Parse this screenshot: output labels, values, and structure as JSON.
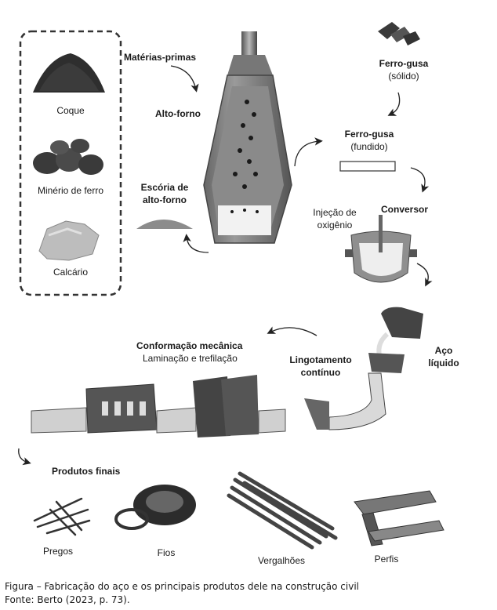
{
  "raw_materials": {
    "coke": "Coque",
    "iron_ore": "Minério de ferro",
    "limestone": "Calcário"
  },
  "labels": {
    "raw_materials_title": "Matérias-primas",
    "blast_furnace": "Alto-forno",
    "slag_line1": "Escória de",
    "slag_line2": "alto-forno",
    "pig_iron_solid_title": "Ferro-gusa",
    "pig_iron_solid_sub": "(sólido)",
    "pig_iron_molten_title": "Ferro-gusa",
    "pig_iron_molten_sub": "(fundido)",
    "oxygen_line1": "Injeção de",
    "oxygen_line2": "oxigênio",
    "converter": "Conversor",
    "liquid_steel_line1": "Aço",
    "liquid_steel_line2": "líquido",
    "casting_line1": "Lingotamento",
    "casting_line2": "contínuo",
    "forming_title": "Conformação mecânica",
    "forming_sub": "Laminação e trefilação",
    "final_products_title": "Produtos finais"
  },
  "products": {
    "nails": "Pregos",
    "wires": "Fios",
    "rebars": "Vergalhões",
    "profiles": "Perfis"
  },
  "caption": {
    "figure": "Figura – Fabricação do aço e os principais produtos dele na construção civil",
    "source": "Fonte: Berto (2023, p. 73)."
  }
}
